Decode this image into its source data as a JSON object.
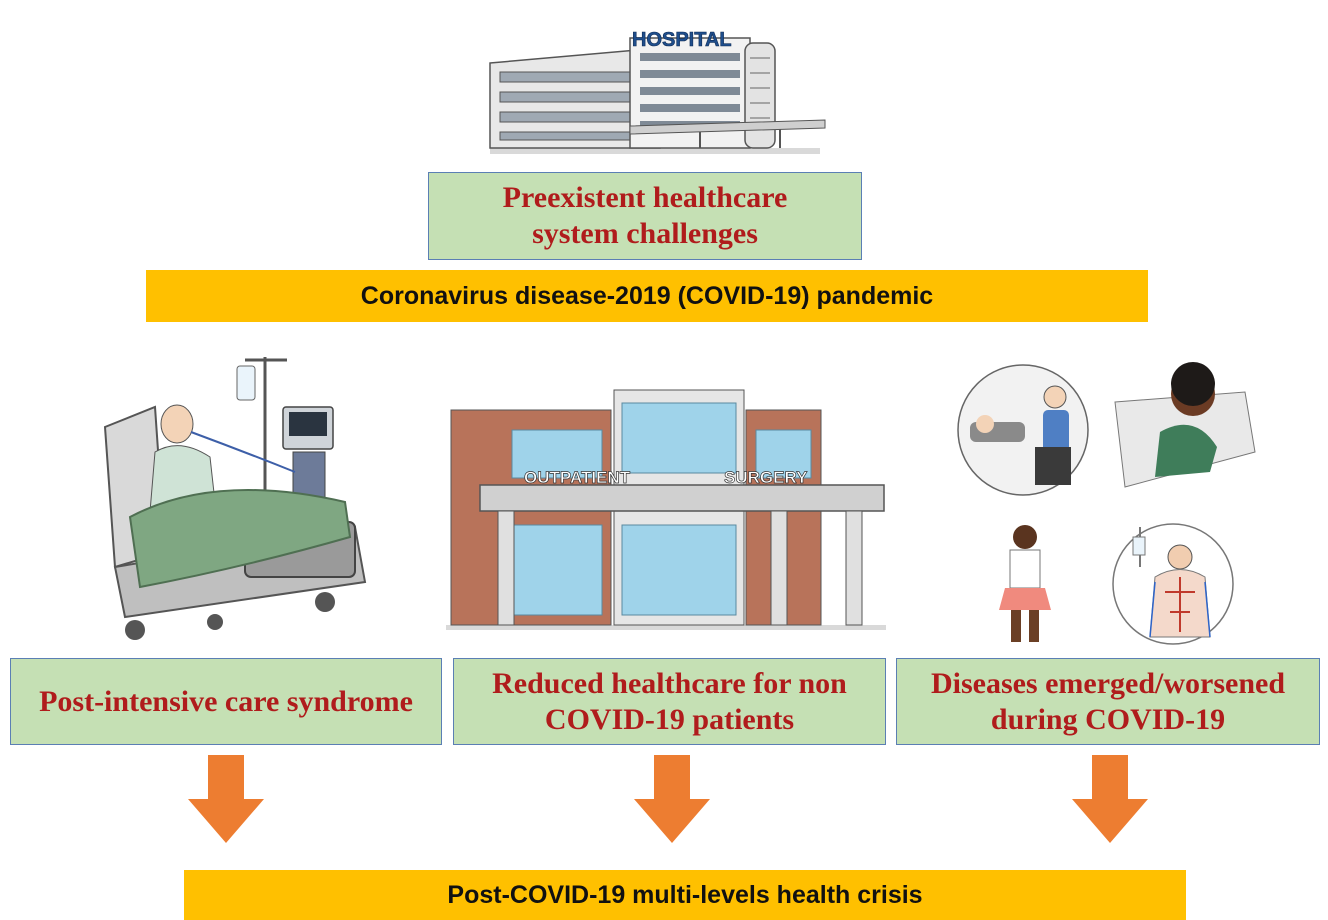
{
  "top_box": {
    "label_line1": "Preexistent healthcare",
    "label_line2": "system challenges"
  },
  "pandemic_bar": {
    "label": "Coronavirus disease-2019 (COVID-19) pandemic"
  },
  "hospital": {
    "sign": "HOSPITAL"
  },
  "outpatient_building": {
    "sign_left": "OUTPATIENT",
    "sign_right": "SURGERY"
  },
  "boxes": [
    {
      "line1": "Post-intensive care syndrome",
      "line2": ""
    },
    {
      "line1": "Reduced healthcare for non",
      "line2": "COVID-19 patients"
    },
    {
      "line1": "Diseases emerged/worsened",
      "line2": "during COVID-19"
    }
  ],
  "crisis_bar": {
    "label": "Post-COVID-19 multi-levels health crisis"
  },
  "colors": {
    "box_fill": "#c5e0b4",
    "box_text": "#b01c1c",
    "bar_fill": "#ffc000",
    "arrow": "#ed7d31"
  }
}
